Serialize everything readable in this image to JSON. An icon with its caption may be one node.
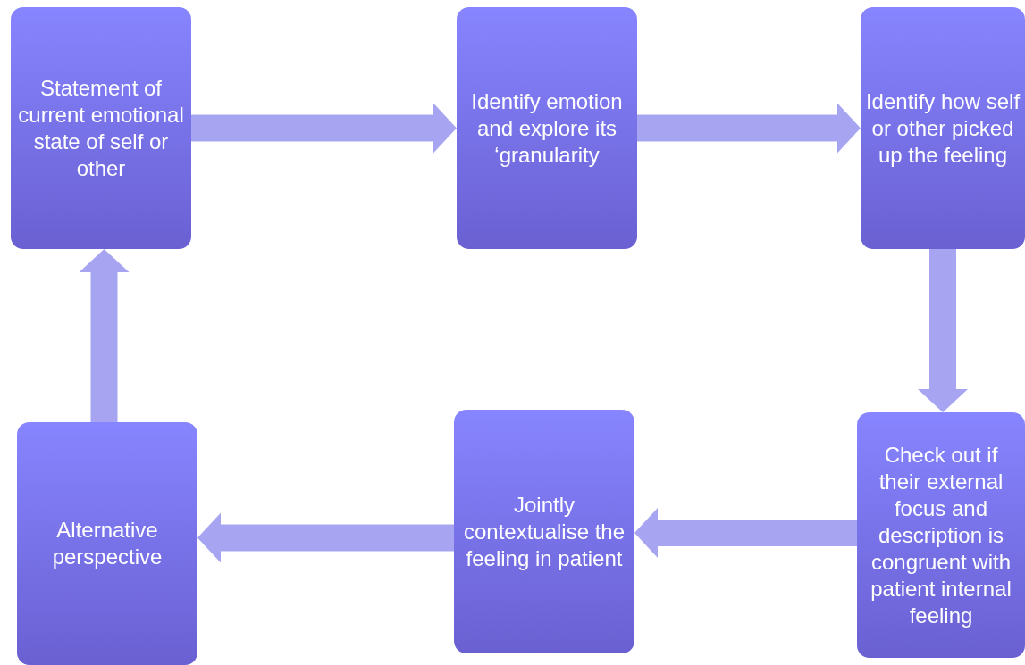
{
  "diagram": {
    "nodes": [
      {
        "text": [
          "Statement of current emotional state of self or other"
        ]
      },
      {
        "text": [
          "Identify emotion and explore its ‘granularity"
        ]
      },
      {
        "text": [
          "Identify how self or other picked up the feeling"
        ]
      },
      {
        "text": [
          "Check out if their external focus and description is congruent with patient internal feeling"
        ]
      },
      {
        "text": [
          "Jointly contextualise the feeling in patient"
        ]
      },
      {
        "text": [
          "Alternative perspective"
        ]
      }
    ],
    "edges": [
      {
        "from": 0,
        "to": 1,
        "arrow": "to"
      },
      {
        "from": 1,
        "to": 2,
        "arrow": "to"
      },
      {
        "from": 2,
        "to": 3,
        "arrow": "to"
      },
      {
        "from": 3,
        "to": 4,
        "arrow": "to"
      },
      {
        "from": 4,
        "to": 5,
        "arrow": "to"
      },
      {
        "from": 5,
        "to": 0,
        "arrow": "to"
      }
    ]
  }
}
